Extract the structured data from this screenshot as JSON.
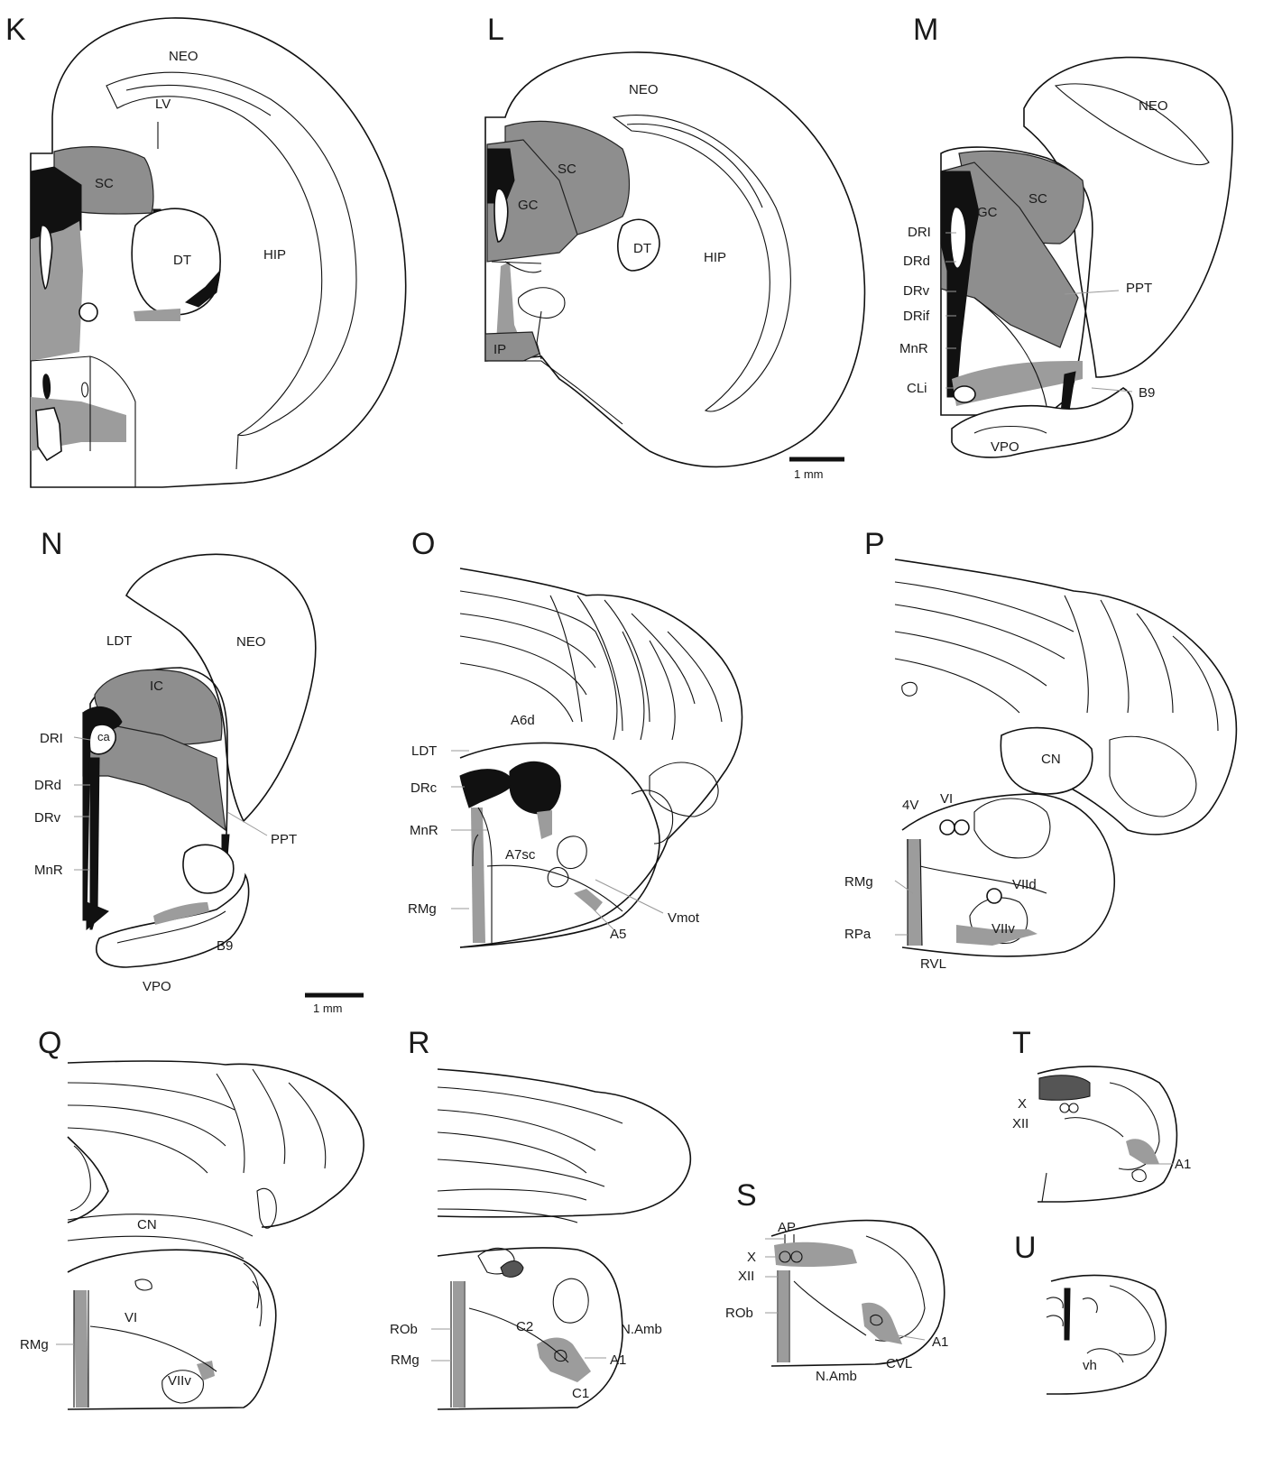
{
  "panels": {
    "K": {
      "letter": "K",
      "labels": {
        "neo": "NEO",
        "lv": "LV",
        "sc": "SC",
        "dt": "DT",
        "hip": "HIP"
      }
    },
    "L": {
      "letter": "L",
      "labels": {
        "neo": "NEO",
        "sc": "SC",
        "gc": "GC",
        "dt": "DT",
        "hip": "HIP",
        "ip": "IP"
      },
      "scale_bar": "1 mm"
    },
    "M": {
      "letter": "M",
      "labels": {
        "neo": "NEO",
        "sc": "SC",
        "gc": "GC",
        "dri": "DRI",
        "drd": "DRd",
        "drv": "DRv",
        "drif": "DRif",
        "mnr": "MnR",
        "cli": "CLi",
        "ppt": "PPT",
        "b9": "B9",
        "vpo": "VPO"
      }
    },
    "N": {
      "letter": "N",
      "labels": {
        "ldt": "LDT",
        "neo": "NEO",
        "ic": "IC",
        "ca": "ca",
        "dri": "DRI",
        "drd": "DRd",
        "drv": "DRv",
        "mnr": "MnR",
        "ppt": "PPT",
        "b9": "B9",
        "vpo": "VPO"
      },
      "scale_bar": "1 mm"
    },
    "O": {
      "letter": "O",
      "labels": {
        "a6d": "A6d",
        "ldt": "LDT",
        "drc": "DRc",
        "mnr": "MnR",
        "a7sc": "A7sc",
        "rmg": "RMg",
        "vmot": "Vmot",
        "a5": "A5"
      }
    },
    "P": {
      "letter": "P",
      "labels": {
        "cn": "CN",
        "v4": "4V",
        "vi": "VI",
        "rmg": "RMg",
        "viid": "VIId",
        "rpa": "RPa",
        "viiv": "VIIv",
        "rvl": "RVL"
      }
    },
    "Q": {
      "letter": "Q",
      "labels": {
        "cn": "CN",
        "vi": "VI",
        "rmg": "RMg",
        "viiv": "VIIv"
      }
    },
    "R": {
      "letter": "R",
      "labels": {
        "c2": "C2",
        "namb": "N.Amb",
        "rob": "ROb",
        "rmg": "RMg",
        "a1": "A1",
        "c1": "C1"
      }
    },
    "S": {
      "letter": "S",
      "labels": {
        "ap": "AP",
        "x": "X",
        "xii": "XII",
        "rob": "ROb",
        "a1": "A1",
        "cvl": "CVL",
        "namb": "N.Amb"
      }
    },
    "T": {
      "letter": "T",
      "labels": {
        "x": "X",
        "xii": "XII",
        "a1": "A1"
      }
    },
    "U": {
      "letter": "U",
      "labels": {
        "vh": "vh"
      }
    }
  },
  "colors": {
    "shade_gray": "#8e8e8e",
    "dark_gray": "#555555",
    "black": "#111111",
    "leader": "#999999"
  }
}
